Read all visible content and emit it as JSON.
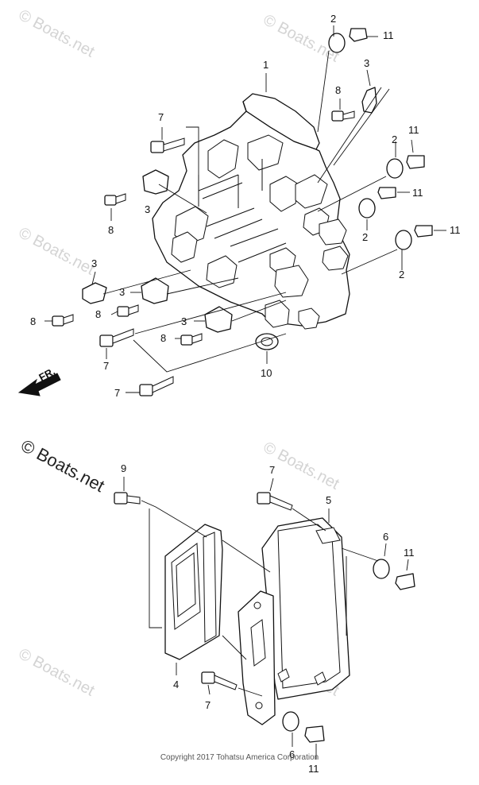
{
  "watermark": "© Boats.net",
  "copyright": "Copyright 2017 Tohatsu America Corporation",
  "front_marker": "FR.",
  "callouts": {
    "c1": "1",
    "c2a": "2",
    "c2b": "2",
    "c2c": "2",
    "c2d": "2",
    "c3a": "3",
    "c3b": "3",
    "c3c": "3",
    "c3d": "3",
    "c3e": "3",
    "c4": "4",
    "c5": "5",
    "c6a": "6",
    "c6b": "6",
    "c7a": "7",
    "c7b": "7",
    "c7c": "7",
    "c7d": "7",
    "c7e": "7",
    "c8a": "8",
    "c8b": "8",
    "c8c": "8",
    "c8d": "8",
    "c8e": "8",
    "c9": "9",
    "c10": "10",
    "c11a": "11",
    "c11b": "11",
    "c11c": "11",
    "c11d": "11",
    "c11e": "11",
    "c11f": "11"
  }
}
